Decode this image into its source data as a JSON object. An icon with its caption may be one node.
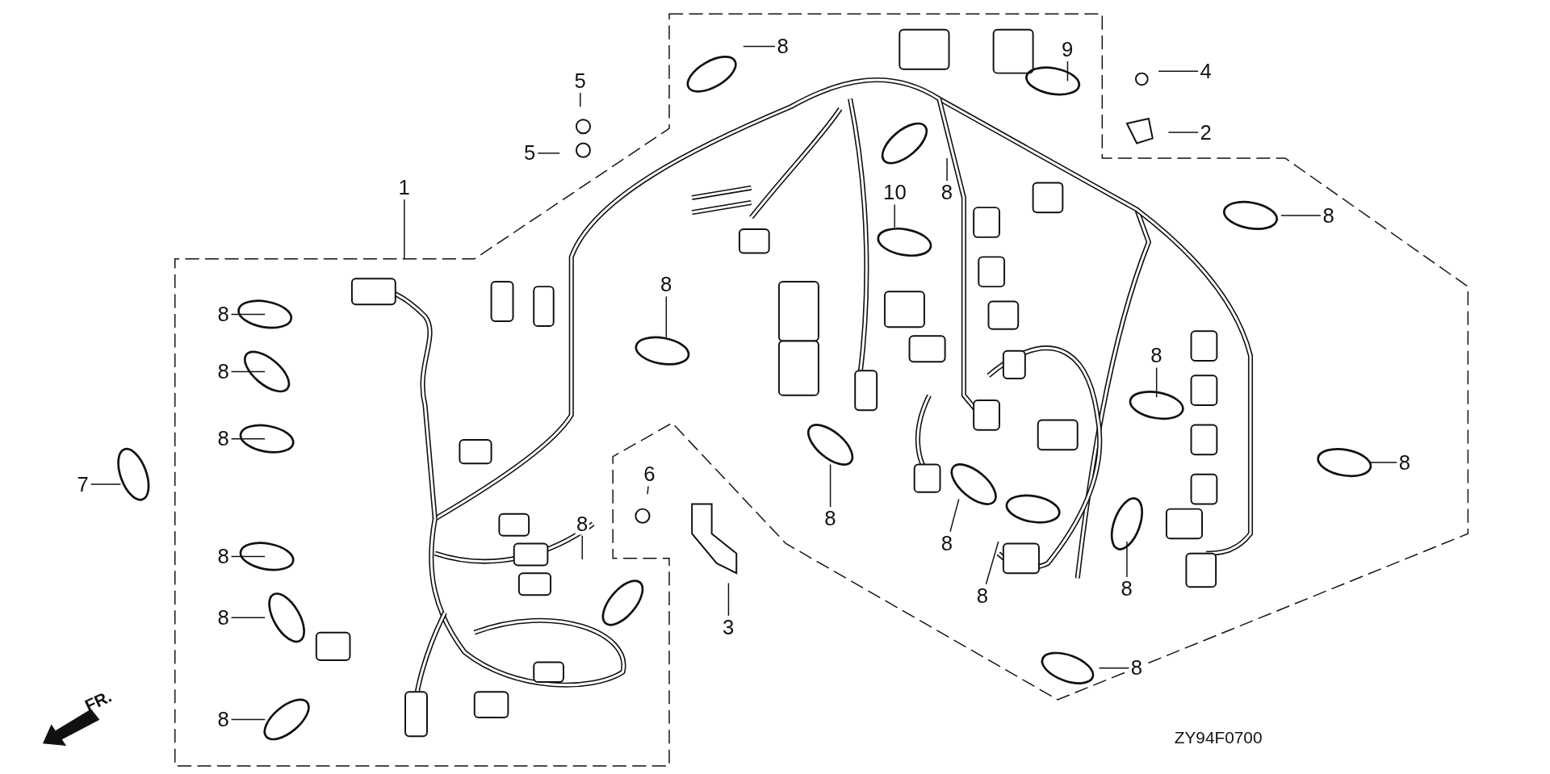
{
  "diagram": {
    "nodes": [
      {
        "text": [
          "8"
        ]
      },
      {
        "text": [
          "5"
        ]
      },
      {
        "text": [
          "9"
        ]
      },
      {
        "text": [
          "4"
        ]
      },
      {
        "text": [
          "2"
        ]
      },
      {
        "text": [
          "5"
        ]
      },
      {
        "text": [
          "1"
        ]
      },
      {
        "text": [
          "10"
        ]
      },
      {
        "text": [
          "8"
        ]
      },
      {
        "text": [
          "8"
        ]
      },
      {
        "text": [
          "8"
        ]
      },
      {
        "text": [
          "8"
        ]
      },
      {
        "text": [
          "8"
        ]
      },
      {
        "text": [
          "8"
        ]
      },
      {
        "text": [
          "8"
        ]
      },
      {
        "text": [
          "7"
        ]
      },
      {
        "text": [
          "6"
        ]
      },
      {
        "text": [
          "8"
        ]
      },
      {
        "text": [
          "8"
        ]
      },
      {
        "text": [
          "8"
        ]
      },
      {
        "text": [
          "8"
        ]
      },
      {
        "text": [
          "8"
        ]
      },
      {
        "text": [
          "8"
        ]
      },
      {
        "text": [
          "8"
        ]
      },
      {
        "text": [
          "8"
        ]
      },
      {
        "text": [
          "3"
        ]
      },
      {
        "text": [
          "8"
        ]
      },
      {
        "text": [
          "8"
        ]
      }
    ],
    "edges": [
      {
        "from": 0,
        "to": null,
        "arrow": "none"
      },
      {
        "from": 1,
        "to": null,
        "arrow": "none"
      },
      {
        "from": 2,
        "to": null,
        "arrow": "none"
      },
      {
        "from": 3,
        "to": null,
        "arrow": "none"
      },
      {
        "from": 4,
        "to": null,
        "arrow": "none"
      },
      {
        "from": 5,
        "to": null,
        "arrow": "none"
      },
      {
        "from": 6,
        "to": null,
        "arrow": "none"
      },
      {
        "from": 7,
        "to": null,
        "arrow": "none"
      },
      {
        "from": 8,
        "to": null,
        "arrow": "none"
      },
      {
        "from": 9,
        "to": null,
        "arrow": "none"
      },
      {
        "from": 10,
        "to": null,
        "arrow": "none"
      },
      {
        "from": 11,
        "to": null,
        "arrow": "none"
      },
      {
        "from": 12,
        "to": null,
        "arrow": "none"
      },
      {
        "from": 13,
        "to": null,
        "arrow": "none"
      },
      {
        "from": 14,
        "to": null,
        "arrow": "none"
      },
      {
        "from": 15,
        "to": null,
        "arrow": "none"
      },
      {
        "from": 16,
        "to": null,
        "arrow": "none"
      },
      {
        "from": 17,
        "to": null,
        "arrow": "none"
      },
      {
        "from": 18,
        "to": null,
        "arrow": "none"
      },
      {
        "from": 19,
        "to": null,
        "arrow": "none"
      },
      {
        "from": 20,
        "to": null,
        "arrow": "none"
      },
      {
        "from": 21,
        "to": null,
        "arrow": "none"
      },
      {
        "from": 22,
        "to": null,
        "arrow": "none"
      },
      {
        "from": 23,
        "to": null,
        "arrow": "none"
      },
      {
        "from": 24,
        "to": null,
        "arrow": "none"
      },
      {
        "from": 25,
        "to": null,
        "arrow": "none"
      },
      {
        "from": 26,
        "to": null,
        "arrow": "none"
      },
      {
        "from": 27,
        "to": null,
        "arrow": "none"
      }
    ],
    "labels": [
      "FR.",
      "ZY94F0700"
    ]
  }
}
